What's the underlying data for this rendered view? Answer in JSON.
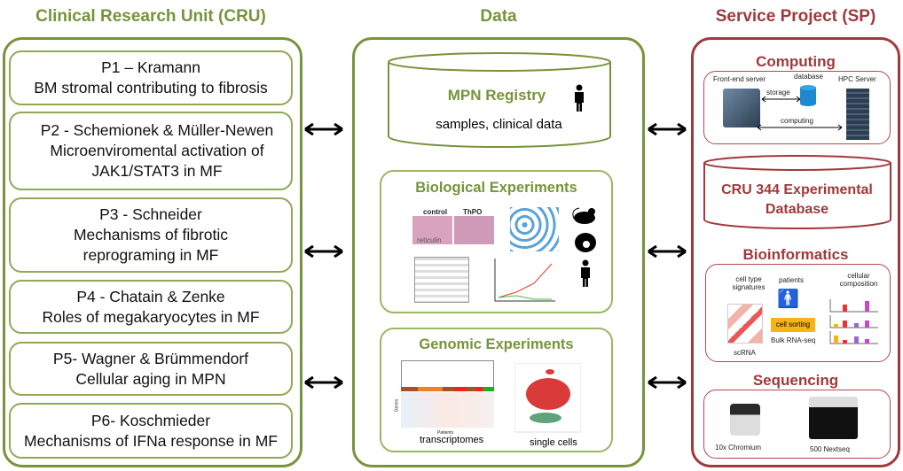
{
  "columns": {
    "cru": "Clinical Research Unit (CRU)",
    "data": "Data",
    "sp": "Service Project (SP)"
  },
  "projects": [
    {
      "line1": "P1 – Kramann",
      "line2": "BM stromal contributing to fibrosis",
      "line3": ""
    },
    {
      "line1": "P2 - Schemionek & Müller-Newen",
      "line2": "Microenviromental activation of",
      "line3": "JAK1/STAT3 in MF"
    },
    {
      "line1": "P3 - Schneider",
      "line2": "Mechanisms of fibrotic",
      "line3": "reprograming in MF"
    },
    {
      "line1": "P4 - Chatain & Zenke",
      "line2": "Roles of megakaryocytes in MF",
      "line3": ""
    },
    {
      "line1": "P5- Wagner & Brümmendorf",
      "line2": "Cellular aging in MPN",
      "line3": ""
    },
    {
      "line1": "P6- Koschmieder",
      "line2": "Mechanisms of IFNa response in MF",
      "line3": ""
    }
  ],
  "data": {
    "registry": {
      "title": "MPN Registry",
      "subtitle": "samples, clinical data",
      "icon": "person-icon"
    },
    "biological": {
      "title": "Biological Experiments",
      "control": "control",
      "thpo": "ThPO",
      "reticulin": "reticulin",
      "icons": [
        "mouse-icon",
        "cell-icon",
        "person-icon"
      ]
    },
    "genomic": {
      "title": "Genomic Experiments",
      "transcriptomes": "transcriptomes",
      "single_cells": "single cells",
      "genes": "Genes",
      "patients": "Patients"
    }
  },
  "sp": {
    "computing": {
      "title": "Computing",
      "frontend": "Front-end server",
      "database": "database",
      "hpc": "HPC Server",
      "storage": "storage",
      "computing": "computing"
    },
    "database": {
      "line1": "CRU 344 Experimental",
      "line2": "Database"
    },
    "bioinformatics": {
      "title": "Bioinformatics",
      "signatures1": "cell type",
      "signatures2": "signatures",
      "patients": "patients",
      "composition1": "cellular",
      "composition2": "composition",
      "sorting": "cell sorting",
      "bulk": "Bulk RNA-seq",
      "scrna": "scRNA"
    },
    "sequencing": {
      "title": "Sequencing",
      "chromium": "10x Chromium",
      "nextseq": "500 Nextseq"
    }
  },
  "colors": {
    "green": "#77933C",
    "red": "#A0393C"
  }
}
